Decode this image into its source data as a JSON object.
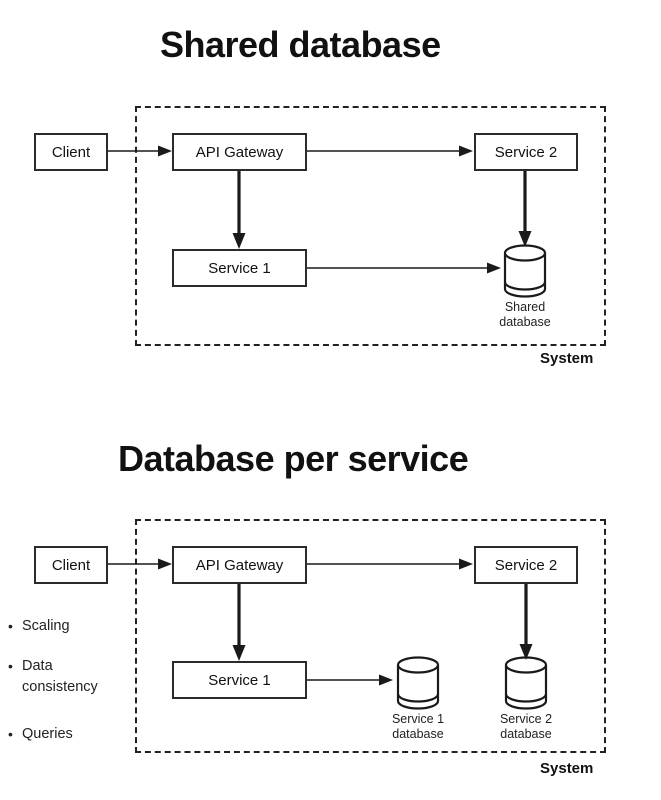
{
  "page": {
    "background": "#ffffff",
    "ink": "#111111",
    "border_color": "#2b2b2b",
    "dashed_color": "#222222"
  },
  "diagrams": [
    {
      "id": "shared-database",
      "title": "Shared database",
      "system_label": "System",
      "nodes": [
        {
          "id": "client",
          "label": "Client"
        },
        {
          "id": "api-gateway",
          "label": "API Gateway"
        },
        {
          "id": "service-2",
          "label": "Service 2"
        },
        {
          "id": "service-1",
          "label": "Service 1"
        }
      ],
      "databases": [
        {
          "id": "shared-db",
          "label_line1": "Shared",
          "label_line2": "database"
        }
      ],
      "edges": [
        {
          "from": "client",
          "to": "api-gateway",
          "style": "thin"
        },
        {
          "from": "api-gateway",
          "to": "service-2",
          "style": "thin"
        },
        {
          "from": "api-gateway",
          "to": "service-1",
          "style": "thick"
        },
        {
          "from": "service-1",
          "to": "shared-db",
          "style": "thin"
        },
        {
          "from": "service-2",
          "to": "shared-db",
          "style": "thick"
        }
      ]
    },
    {
      "id": "database-per-service",
      "title": "Database per service",
      "system_label": "System",
      "nodes": [
        {
          "id": "client",
          "label": "Client"
        },
        {
          "id": "api-gateway",
          "label": "API Gateway"
        },
        {
          "id": "service-2",
          "label": "Service 2"
        },
        {
          "id": "service-1",
          "label": "Service 1"
        }
      ],
      "databases": [
        {
          "id": "service-1-db",
          "label_line1": "Service 1",
          "label_line2": "database"
        },
        {
          "id": "service-2-db",
          "label_line1": "Service 2",
          "label_line2": "database"
        }
      ],
      "edges": [
        {
          "from": "client",
          "to": "api-gateway",
          "style": "thin"
        },
        {
          "from": "api-gateway",
          "to": "service-2",
          "style": "thin"
        },
        {
          "from": "api-gateway",
          "to": "service-1",
          "style": "thick"
        },
        {
          "from": "service-1",
          "to": "service-1-db",
          "style": "thin"
        },
        {
          "from": "service-2",
          "to": "service-2-db",
          "style": "thick"
        }
      ],
      "bullets": [
        {
          "marker": "•",
          "text": "Scaling"
        },
        {
          "marker": "•",
          "text": "Data\nconsistency"
        },
        {
          "marker": "•",
          "text": "Queries"
        }
      ]
    }
  ]
}
